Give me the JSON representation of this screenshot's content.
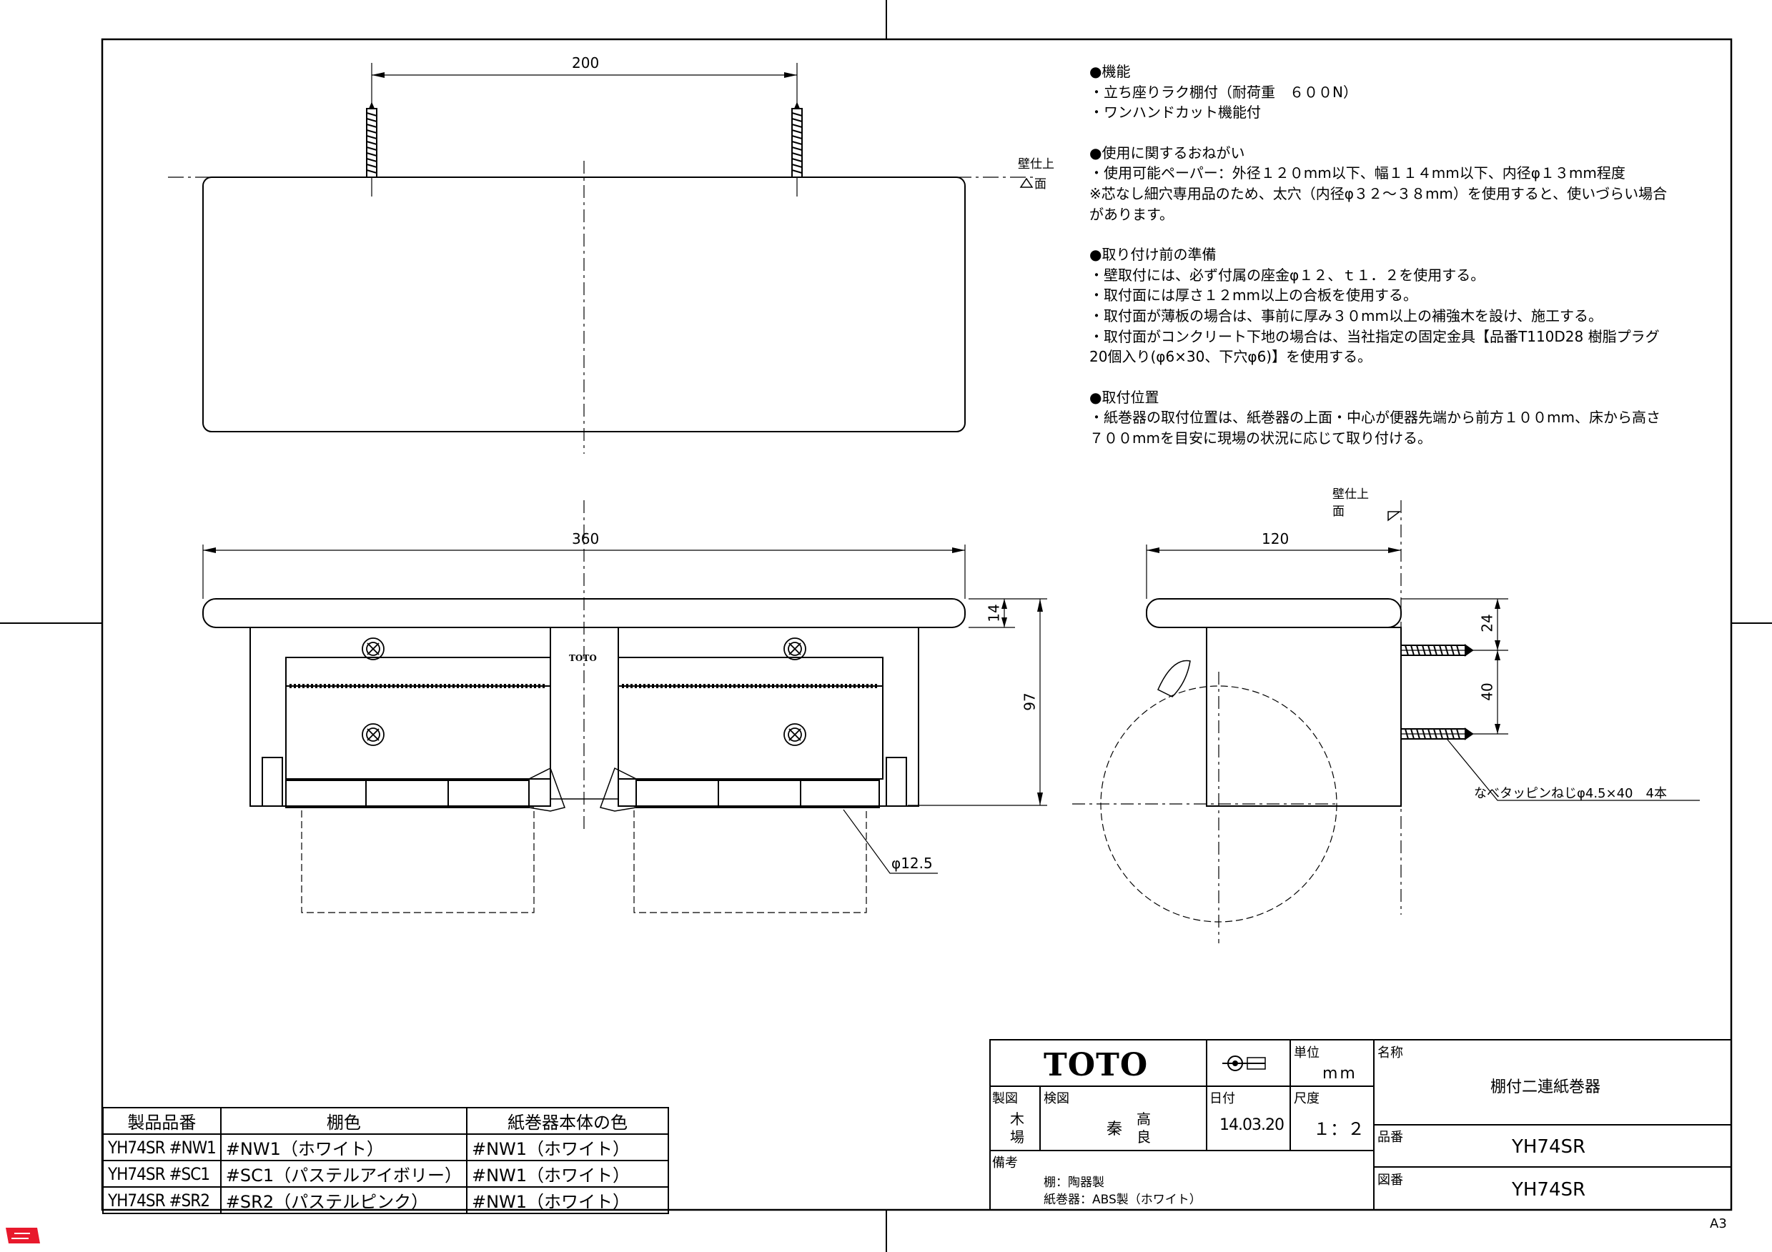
{
  "notes": {
    "function": {
      "heading": "●機能",
      "items": [
        "・立ち座りラク棚付（耐荷重　６００N）",
        "・ワンハンドカット機能付"
      ]
    },
    "usage": {
      "heading": "●使用に関するおねがい",
      "items": [
        "・使用可能ペーパー：外径１２０mm以下、幅１１４mm以下、内径φ１３mm程度",
        "※芯なし細穴専用品のため、太穴（内径φ３２～３８mm）を使用すると、使いづらい場合",
        "があります。"
      ]
    },
    "preparation": {
      "heading": "●取り付け前の準備",
      "items": [
        "・壁取付には、必ず付属の座金φ１２、ｔ１．２を使用する。",
        "・取付面には厚さ１２mm以上の合板を使用する。",
        "・取付面が薄板の場合は、事前に厚み３０mm以上の補強木を設け、施工する。",
        "・取付面がコンクリート下地の場合は、当社指定の固定金具【品番T110D28 樹脂プラグ",
        "20個入り(φ6×30、下穴φ6)】を使用する。"
      ]
    },
    "position": {
      "heading": "●取付位置",
      "items": [
        "・紙巻器の取付位置は、紙巻器の上面・中心が便器先端から前方１００mm、床から高さ",
        "７００mmを目安に現場の状況に応じて取り付ける。"
      ]
    }
  },
  "dimensions": {
    "screw_spacing": "200",
    "width": "360",
    "shelf_thickness": "14",
    "height": "97",
    "depth": "120",
    "screw_offset_top": "24",
    "screw_offset_between": "40",
    "shaft_diameter": "φ12.5"
  },
  "labels": {
    "wall_top_line1": "壁仕上",
    "wall_top_line2": "面",
    "screw_note": "なべタッピンねじφ4.5×40　4本",
    "logo_on_product": "TOTO"
  },
  "title_block": {
    "logo": "TOTO",
    "unit_label": "単位",
    "unit_value": "mm",
    "name_label": "名称",
    "name_value": "棚付二連紙巻器",
    "drawn_label": "製図",
    "drawn_value_1": "木",
    "drawn_value_2": "場",
    "checked_label": "検図",
    "checked_value_1": "秦",
    "checked_value_2a": "高",
    "checked_value_2b": "良",
    "date_label": "日付",
    "date_value": "14.03.20",
    "scale_label": "尺度",
    "scale_value": "１：２",
    "product_no_label": "品番",
    "product_no_value": "YH74SR",
    "remarks_label": "備考",
    "remarks_1": "棚：陶器製",
    "remarks_2": "紙巻器：ABS製（ホワイト）",
    "drawing_no_label": "図番",
    "drawing_no_value": "YH74SR"
  },
  "color_table": {
    "headers": [
      "製品品番",
      "棚色",
      "紙巻器本体の色"
    ],
    "rows": [
      [
        "YH74SR #NW1",
        "#NW1（ホワイト）",
        "#NW1（ホワイト）"
      ],
      [
        "YH74SR #SC1",
        "#SC1（パステルアイボリー）",
        "#NW1（ホワイト）"
      ],
      [
        "YH74SR #SR2",
        "#SR2（パステルピンク）",
        "#NW1（ホワイト）"
      ]
    ]
  },
  "sheet_size": "A3",
  "colors": {
    "line": "#000000",
    "background": "#ffffff",
    "corner_mark": "#e8192c"
  }
}
